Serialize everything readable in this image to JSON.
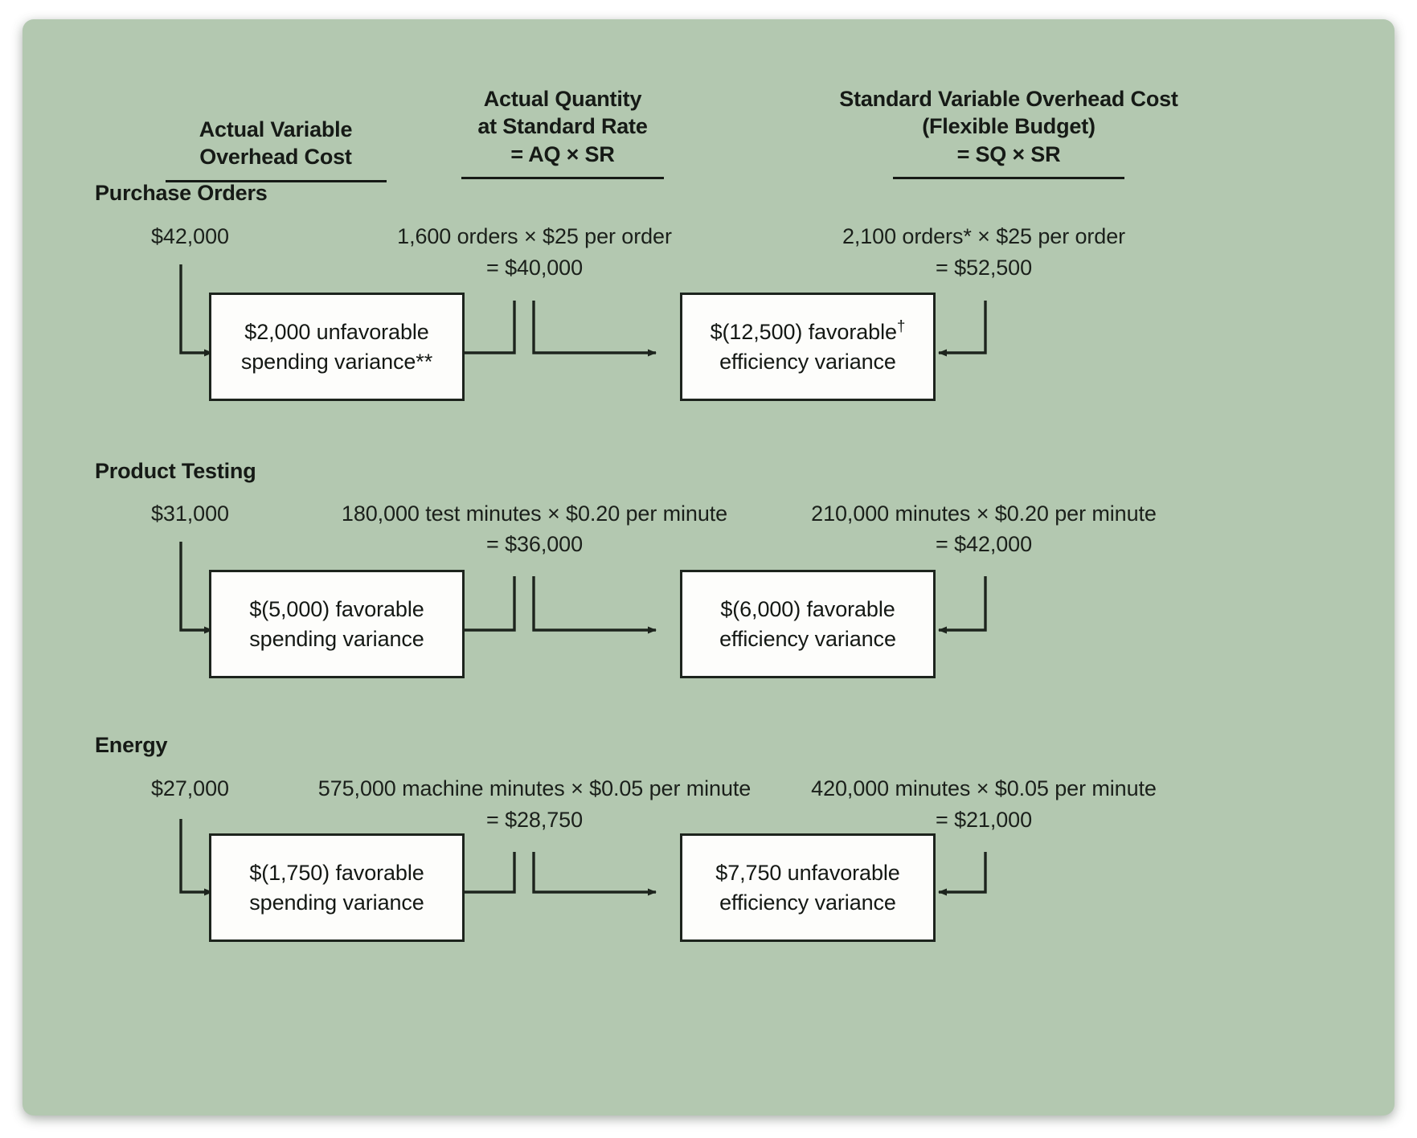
{
  "headers": {
    "col1": {
      "line1": "Actual  Variable",
      "line2": "Overhead Cost"
    },
    "col2": {
      "line1": "Actual Quantity",
      "line2": "at Standard Rate",
      "line3": "= AQ × SR"
    },
    "col3": {
      "line1": "Standard Variable Overhead Cost",
      "line2": "(Flexible Budget)",
      "line3": "= SQ × SR"
    }
  },
  "sections": [
    {
      "title": "Purchase Orders",
      "actual_cost": "$42,000",
      "aq_sr_line1": "1,600 orders × $25 per order",
      "aq_sr_line2": "= $40,000",
      "sq_sr_line1": "2,100 orders* × $25 per order",
      "sq_sr_line2": "= $52,500",
      "spending_variance_line1": "$2,000 unfavorable",
      "spending_variance_line2": "spending variance**",
      "efficiency_variance_line1": "$(12,500) favorable",
      "efficiency_variance_sup": "†",
      "efficiency_variance_line2": "efficiency variance"
    },
    {
      "title": "Product Testing",
      "actual_cost": "$31,000",
      "aq_sr_line1": "180,000 test minutes × $0.20 per minute",
      "aq_sr_line2": "= $36,000",
      "sq_sr_line1": "210,000 minutes × $0.20 per minute",
      "sq_sr_line2": "= $42,000",
      "spending_variance_line1": "$(5,000) favorable",
      "spending_variance_line2": "spending variance",
      "efficiency_variance_line1": "$(6,000) favorable",
      "efficiency_variance_sup": "",
      "efficiency_variance_line2": "efficiency variance"
    },
    {
      "title": "Energy",
      "actual_cost": "$27,000",
      "aq_sr_line1": "575,000 machine minutes × $0.05 per minute",
      "aq_sr_line2": "= $28,750",
      "sq_sr_line1": "420,000 minutes × $0.05 per minute",
      "sq_sr_line2": "= $21,000",
      "spending_variance_line1": "$(1,750) favorable",
      "spending_variance_line2": "spending variance",
      "efficiency_variance_line1": "$7,750 unfavorable",
      "efficiency_variance_sup": "",
      "efficiency_variance_line2": "efficiency variance"
    }
  ],
  "colors": {
    "panel_background": "#b3c8b0",
    "box_fill": "#fdfdfb",
    "ink": "#161a16"
  }
}
